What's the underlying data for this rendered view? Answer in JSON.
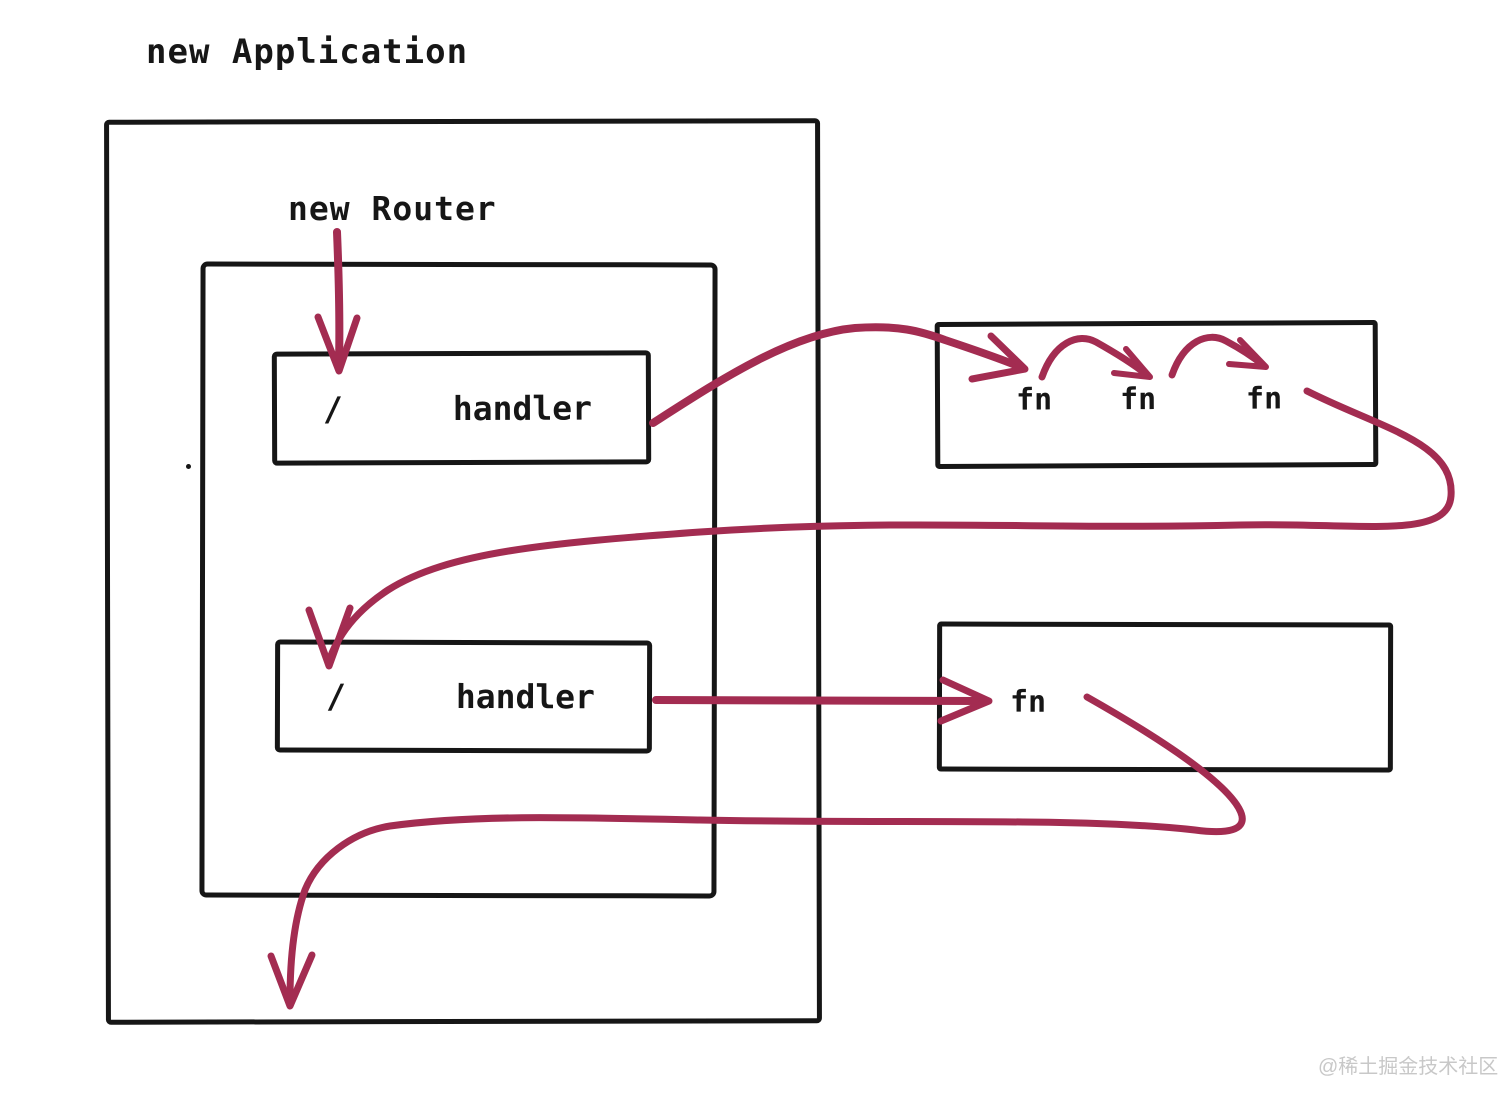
{
  "colors": {
    "arrow": "#a32c51",
    "line": "#161616",
    "watermark": "#c8c8c8"
  },
  "diagram": {
    "app": {
      "title": "new Application"
    },
    "router": {
      "label": "new Router",
      "routes": [
        {
          "path": "/",
          "handler_label": "handler"
        },
        {
          "path": "/",
          "handler_label": "handler"
        }
      ]
    },
    "middleware_chains": [
      {
        "items": [
          "fn",
          "fn",
          "fn"
        ]
      },
      {
        "items": [
          "fn"
        ]
      }
    ]
  },
  "watermark": "@稀土掘金技术社区"
}
